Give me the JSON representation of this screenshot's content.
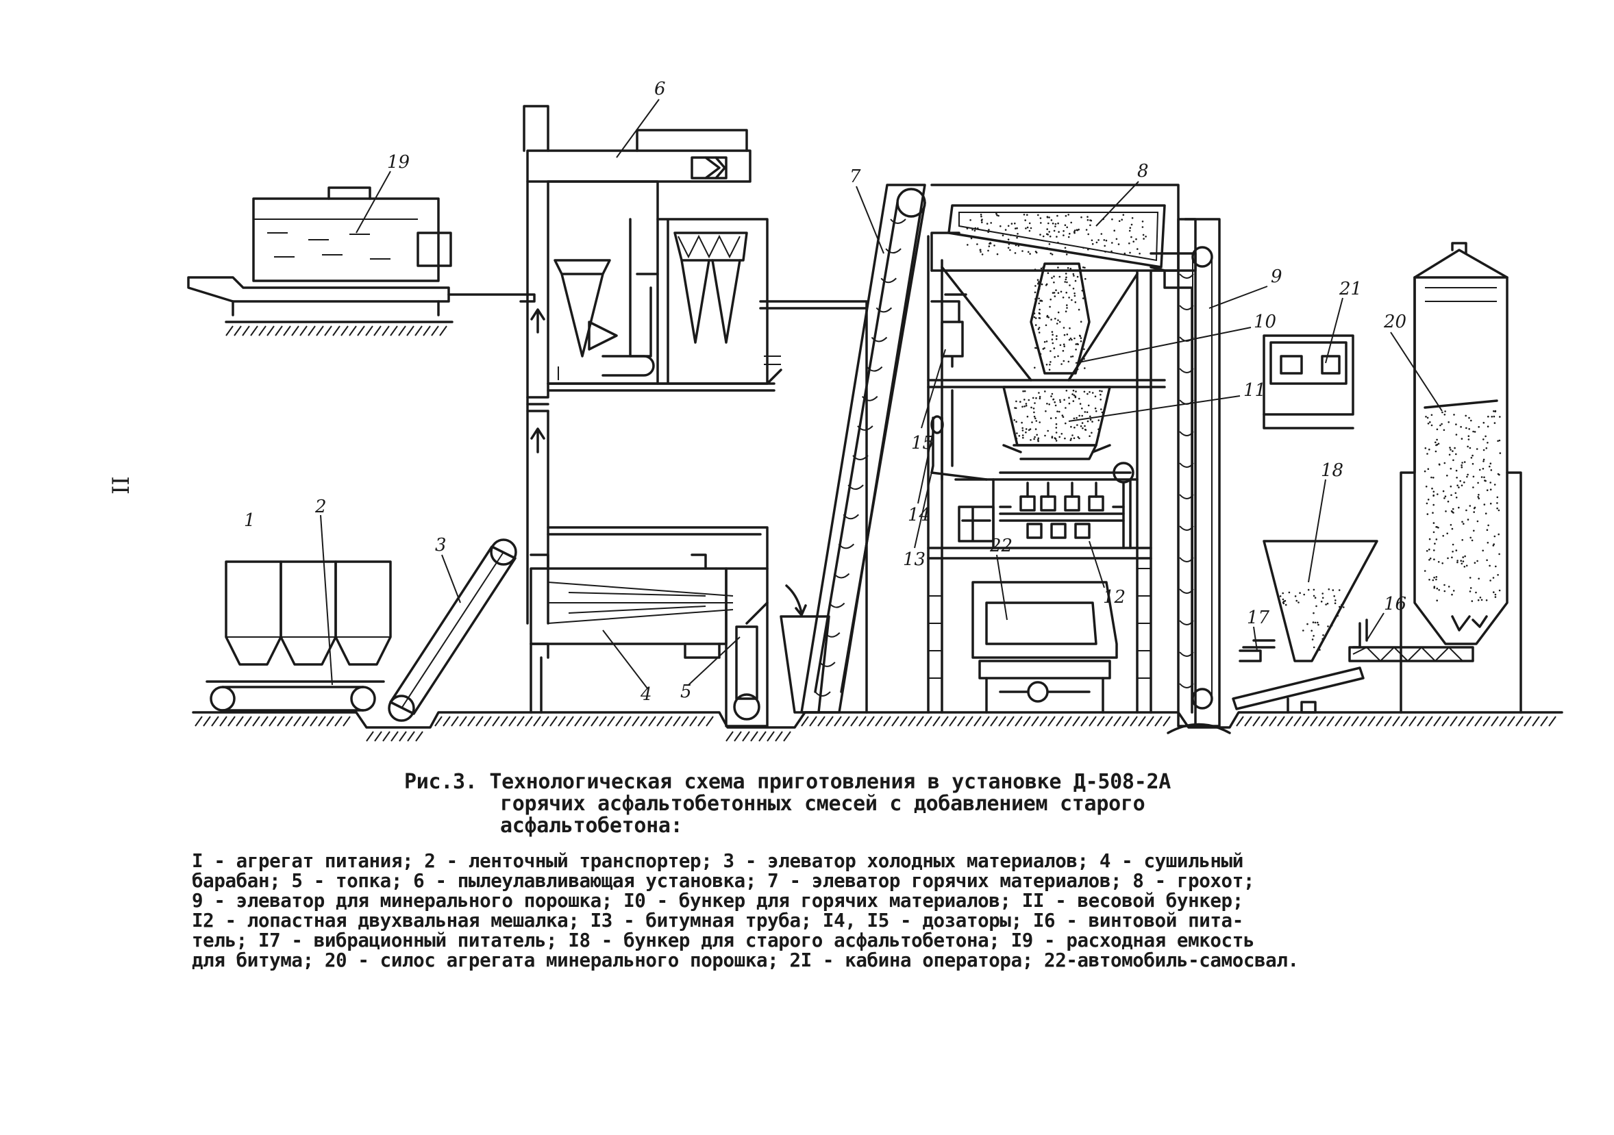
{
  "page_number": "II",
  "diagram": {
    "component_labels": [
      "1",
      "2",
      "3",
      "4",
      "5",
      "6",
      "7",
      "8",
      "9",
      "10",
      "11",
      "12",
      "13",
      "14",
      "15",
      "16",
      "17",
      "18",
      "19",
      "20",
      "21",
      "22"
    ]
  },
  "caption": {
    "lines": [
      "Рис.3. Технологическая схема приготовления в установке Д-508-2А",
      "горячих асфальтобетонных смесей с добавлением старого",
      "асфальтобетона:"
    ]
  },
  "legend": {
    "lines": [
      "I - агрегат питания; 2 - ленточный транспортер; 3 - элеватор холодных материалов; 4 - сушильный",
      "барабан; 5 - топка; 6 - пылеулавливающая установка; 7 - элеватор горячих материалов; 8 - грохот;",
      "9 - элеватор для минерального порошка; I0 - бункер для горячих материалов; II - весовой бункер;",
      "I2 - лопастная двухвальная мешалка; I3 - битумная труба; I4, I5 - дозаторы; I6 - винтовой пита-",
      "тель; I7 - вибрационный питатель; I8 - бункер для старого асфальтобетона; I9 - расходная емкость",
      "для битума; 20 - силос агрегата минерального порошка; 2I - кабина оператора; 22-автомобиль-самосвал."
    ]
  }
}
